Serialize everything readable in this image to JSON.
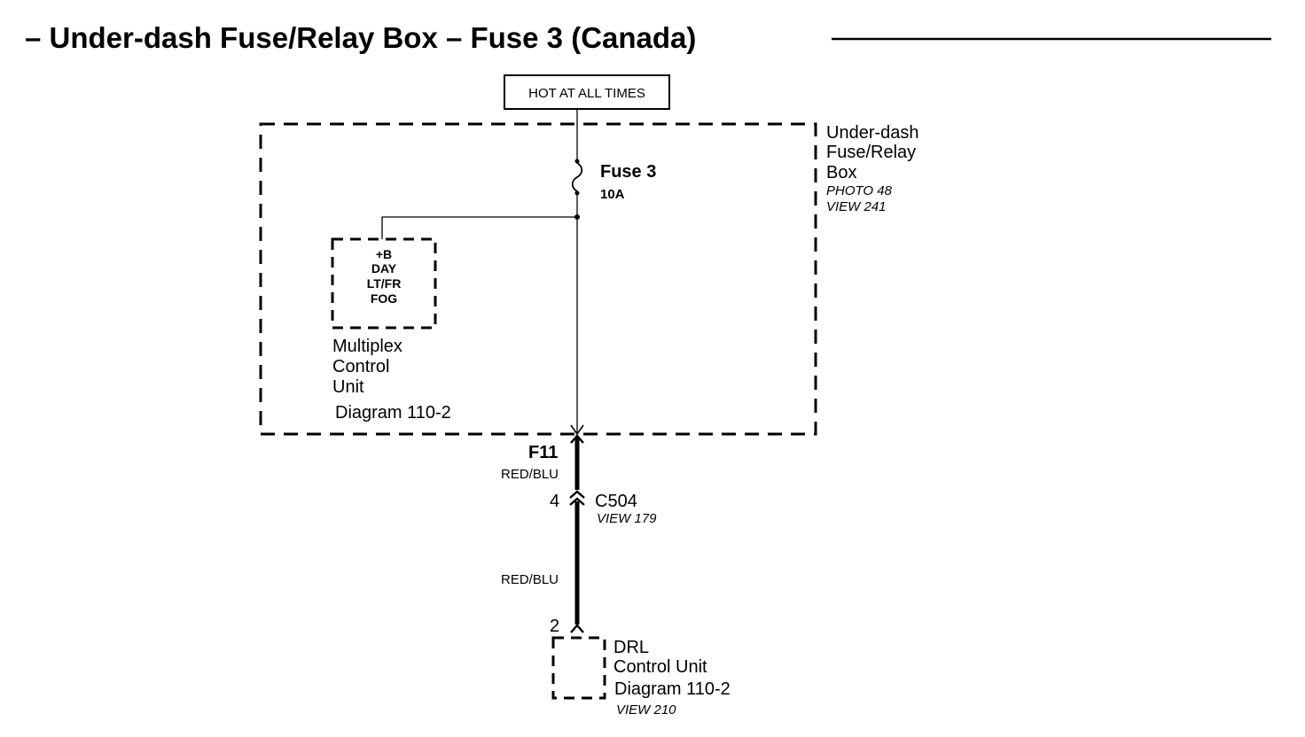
{
  "title": "– Under-dash Fuse/Relay Box – Fuse 3 (Canada)",
  "hot_at_all_times": "HOT AT ALL TIMES",
  "fuse_box": {
    "name_line1": "Under-dash",
    "name_line2": "Fuse/Relay",
    "name_line3": "Box",
    "photo_ref": "PHOTO 48",
    "view_ref": "VIEW 241"
  },
  "fuse": {
    "name": "Fuse 3",
    "rating": "10A"
  },
  "multiplex_unit": {
    "pin_line1": "+B",
    "pin_line2": "DAY",
    "pin_line3": "LT/FR",
    "pin_line4": "FOG",
    "name_line1": "Multiplex",
    "name_line2": "Control",
    "name_line3": "Unit",
    "diagram_ref": "Diagram 110-2"
  },
  "terminal_f11": "F11",
  "wire_color_upper": "RED/BLU",
  "connector_c504": {
    "pin": "4",
    "name": "C504",
    "view_ref": "VIEW 179"
  },
  "wire_color_lower": "RED/BLU",
  "drl_unit": {
    "pin": "2",
    "name_line1": "DRL",
    "name_line2": "Control Unit",
    "diagram_ref": "Diagram 110-2",
    "view_ref": "VIEW 210"
  }
}
